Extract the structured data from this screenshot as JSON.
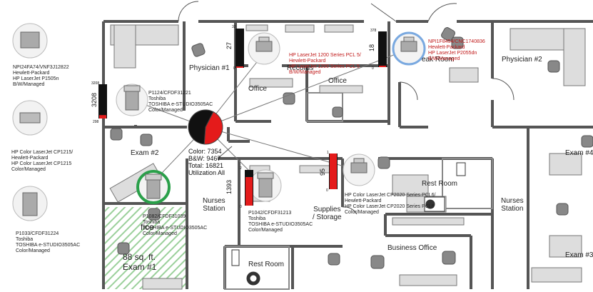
{
  "legend": [
    {
      "caption": [
        "NPI24FA74/VNF3J12822",
        "Hewlett-Packard",
        "HP LaserJet P1505n",
        "B/W/Managed"
      ],
      "icon": "laser-printer-icon"
    },
    {
      "caption": [
        "HP Color LaserJet CP1215/",
        "Hewlett-Packard",
        "HP Color LaserJet CP1215",
        "Color/Managed"
      ],
      "icon": "color-laser-printer-icon"
    },
    {
      "caption": [
        "P1033/CFDF31224",
        "Toshiba",
        "TOSHIBA e-STUDIO3505AC",
        "Color/Managed"
      ],
      "icon": "copier-icon"
    }
  ],
  "rooms": {
    "physician1": "Physician #1",
    "records": "Records",
    "office1": "Office",
    "office2": "Office",
    "break_room": "eak Room",
    "physician2": "Physician #2",
    "exam2": "Exam #2",
    "nurses_station1": [
      "Nurses",
      "Station"
    ],
    "supplies": [
      "Supplies",
      "/ Storage"
    ],
    "rest_room1": "Rest Room",
    "rest_room2": "Rest Room",
    "business_office": "Business Office",
    "nurses_station2": [
      "Nurses",
      "Station"
    ],
    "exam4": "Exam #4",
    "exam3": "Exam #3",
    "exam1": [
      "88 sq. ft.",
      "Exam #1"
    ],
    "office_partial": "fice"
  },
  "devices": {
    "d1": [
      "P1124/CFDF31221",
      "Toshiba",
      "TOSHIBA e-STUDIO3505AC",
      "Color/Managed"
    ],
    "d2": [
      "HP LaserJet 1200 Series PCL 5/",
      "Hewlett-Packard",
      "HP LaserJet 1200 Series PCL 5",
      "B/W/Managed"
    ],
    "d3": [
      "NPI1F8454/CNC1740836",
      "Hewlett-Packard",
      "HP LaserJet P2055dn",
      "B/W/Managed"
    ],
    "d4": [
      "P1082/CFDF31039",
      "Toshiba",
      "TOSHIBA e-STUDIO3505AC",
      "Color/Managed"
    ],
    "d5": [
      "P1042/CFDF31213",
      "Toshiba",
      "TOSHIBA e-STUDIO3505AC",
      "Color/Managed"
    ],
    "d6": [
      "HP Color LaserJet CP2020 Series PCL6/",
      "Hewlett-Packard",
      "HP Color LaserJet CP2020 Series PCL6",
      "Color/Managed"
    ]
  },
  "utilization": {
    "lines": [
      "Color: 7354",
      "B&W: 9467",
      "Total: 16821",
      "Utilization All"
    ],
    "color_share": 0.437,
    "colors": {
      "color": "#e41b1b",
      "bw": "#111111"
    }
  },
  "bars": {
    "b1": {
      "label": "3208",
      "top": "3208",
      "bottom": "298",
      "fill": 0.1
    },
    "b2": {
      "label": "27",
      "top": "33",
      "bottom": "0",
      "fill": 0.0
    },
    "b3": {
      "label": "18",
      "top": "378",
      "bottom": "0",
      "fill": 0.0
    },
    "b4": {
      "label": "1393",
      "top": "2",
      "bottom": "0",
      "fill": 0.8
    },
    "b5": {
      "label": "95",
      "top": "1",
      "bottom": "0",
      "fill": 1.0
    }
  }
}
